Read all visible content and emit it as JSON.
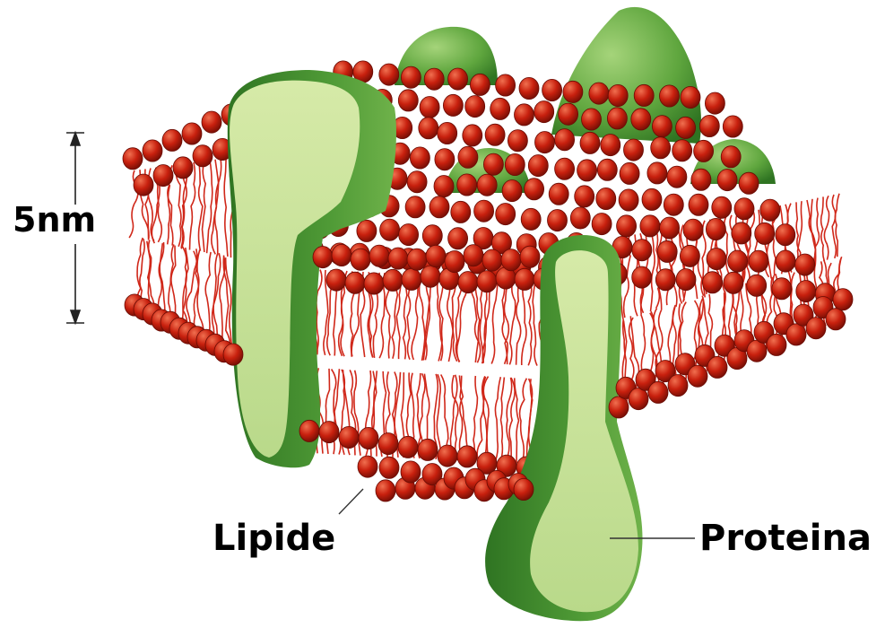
{
  "labels": {
    "scale": "5nm",
    "lipid": "Lipide",
    "protein": "Proteina"
  },
  "colors": {
    "lipid_head": "#c8200e",
    "lipid_head_highlight": "#f07050",
    "lipid_tail": "#d0281a",
    "protein_dark": "#3f8a2c",
    "protein_mid": "#6fb24a",
    "protein_light": "#c7e09a",
    "background": "#ffffff"
  }
}
